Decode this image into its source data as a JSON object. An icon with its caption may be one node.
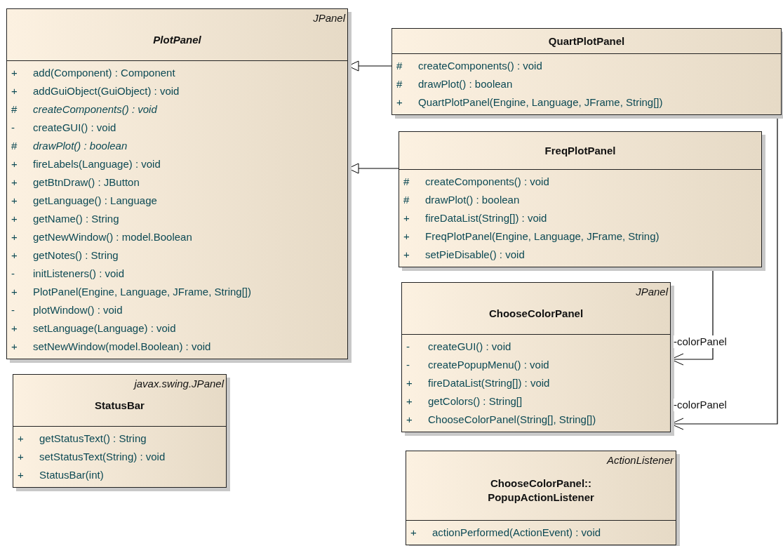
{
  "diagram": {
    "nodes": [
      {
        "text": [
          "JPanel",
          "PlotPanel",
          "+ add(Component) : Component",
          "+ addGuiObject(GuiObject) : void",
          "# *createComponents() : void*",
          "- createGUI() : void",
          "# *drawPlot() : boolean*",
          "+ fireLabels(Language) : void",
          "+ getBtnDraw() : JButton",
          "+ getLanguage() : Language",
          "+ getName() : String",
          "+ getNewWindow() : model.Boolean",
          "+ getNotes() : String",
          "- initListeners() : void",
          "+ PlotPanel(Engine, Language, JFrame, String[])",
          "- plotWindow() : void",
          "+ setLanguage(Language) : void",
          "+ setNewWindow(model.Boolean) : void"
        ]
      },
      {
        "text": [
          "QuartPlotPanel",
          "# createComponents() : void",
          "# drawPlot() : boolean",
          "+ QuartPlotPanel(Engine, Language, JFrame, String[])"
        ]
      },
      {
        "text": [
          "FreqPlotPanel",
          "# createComponents() : void",
          "# drawPlot() : boolean",
          "+ fireDataList(String[]) : void",
          "+ FreqPlotPanel(Engine, Language, JFrame, String)",
          "+ setPieDisable() : void"
        ]
      },
      {
        "text": [
          "JPanel",
          "ChooseColorPanel",
          "- createGUI() : void",
          "- createPopupMenu() : void",
          "+ fireDataList(String[]) : void",
          "+ getColors() : String[]",
          "+ ChooseColorPanel(String[], String[])"
        ]
      },
      {
        "text": [
          "javax.swing.JPanel",
          "StatusBar",
          "+ getStatusText() : String",
          "+ setStatusText(String) : void",
          "+ StatusBar(int)"
        ]
      },
      {
        "text": [
          "ActionListener",
          "ChooseColorPanel:: PopupActionListener",
          "+ actionPerformed(ActionEvent) : void"
        ]
      }
    ],
    "edges": [
      {
        "from": 1,
        "to": 0,
        "arrow": "to"
      },
      {
        "from": 2,
        "to": 0,
        "arrow": "to"
      },
      {
        "from": 2,
        "to": 3,
        "arrow": "to",
        "label": "-colorPanel"
      },
      {
        "from": 1,
        "to": 3,
        "arrow": "to",
        "label": "-colorPanel"
      }
    ]
  }
}
